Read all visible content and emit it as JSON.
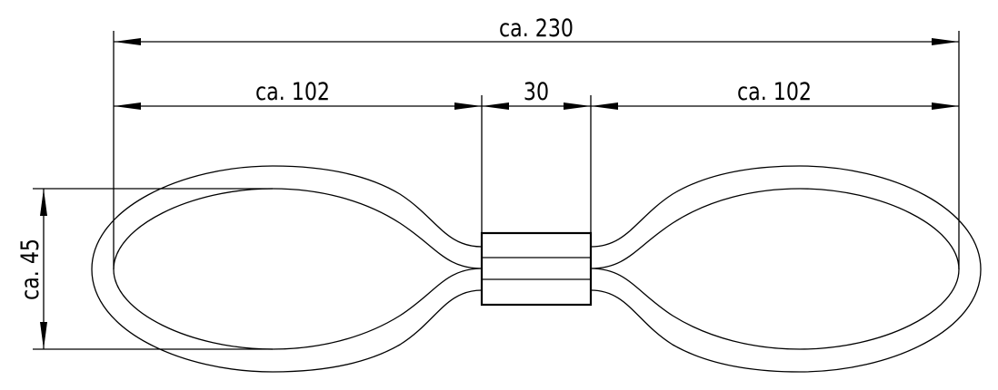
{
  "dimensions": {
    "overall_length": "ca. 230",
    "left_loop_length": "ca. 102",
    "sleeve_length": "30",
    "right_loop_length": "ca. 102",
    "loop_height": "ca. 45"
  },
  "colors": {
    "line": "#000000",
    "background": "#ffffff"
  }
}
